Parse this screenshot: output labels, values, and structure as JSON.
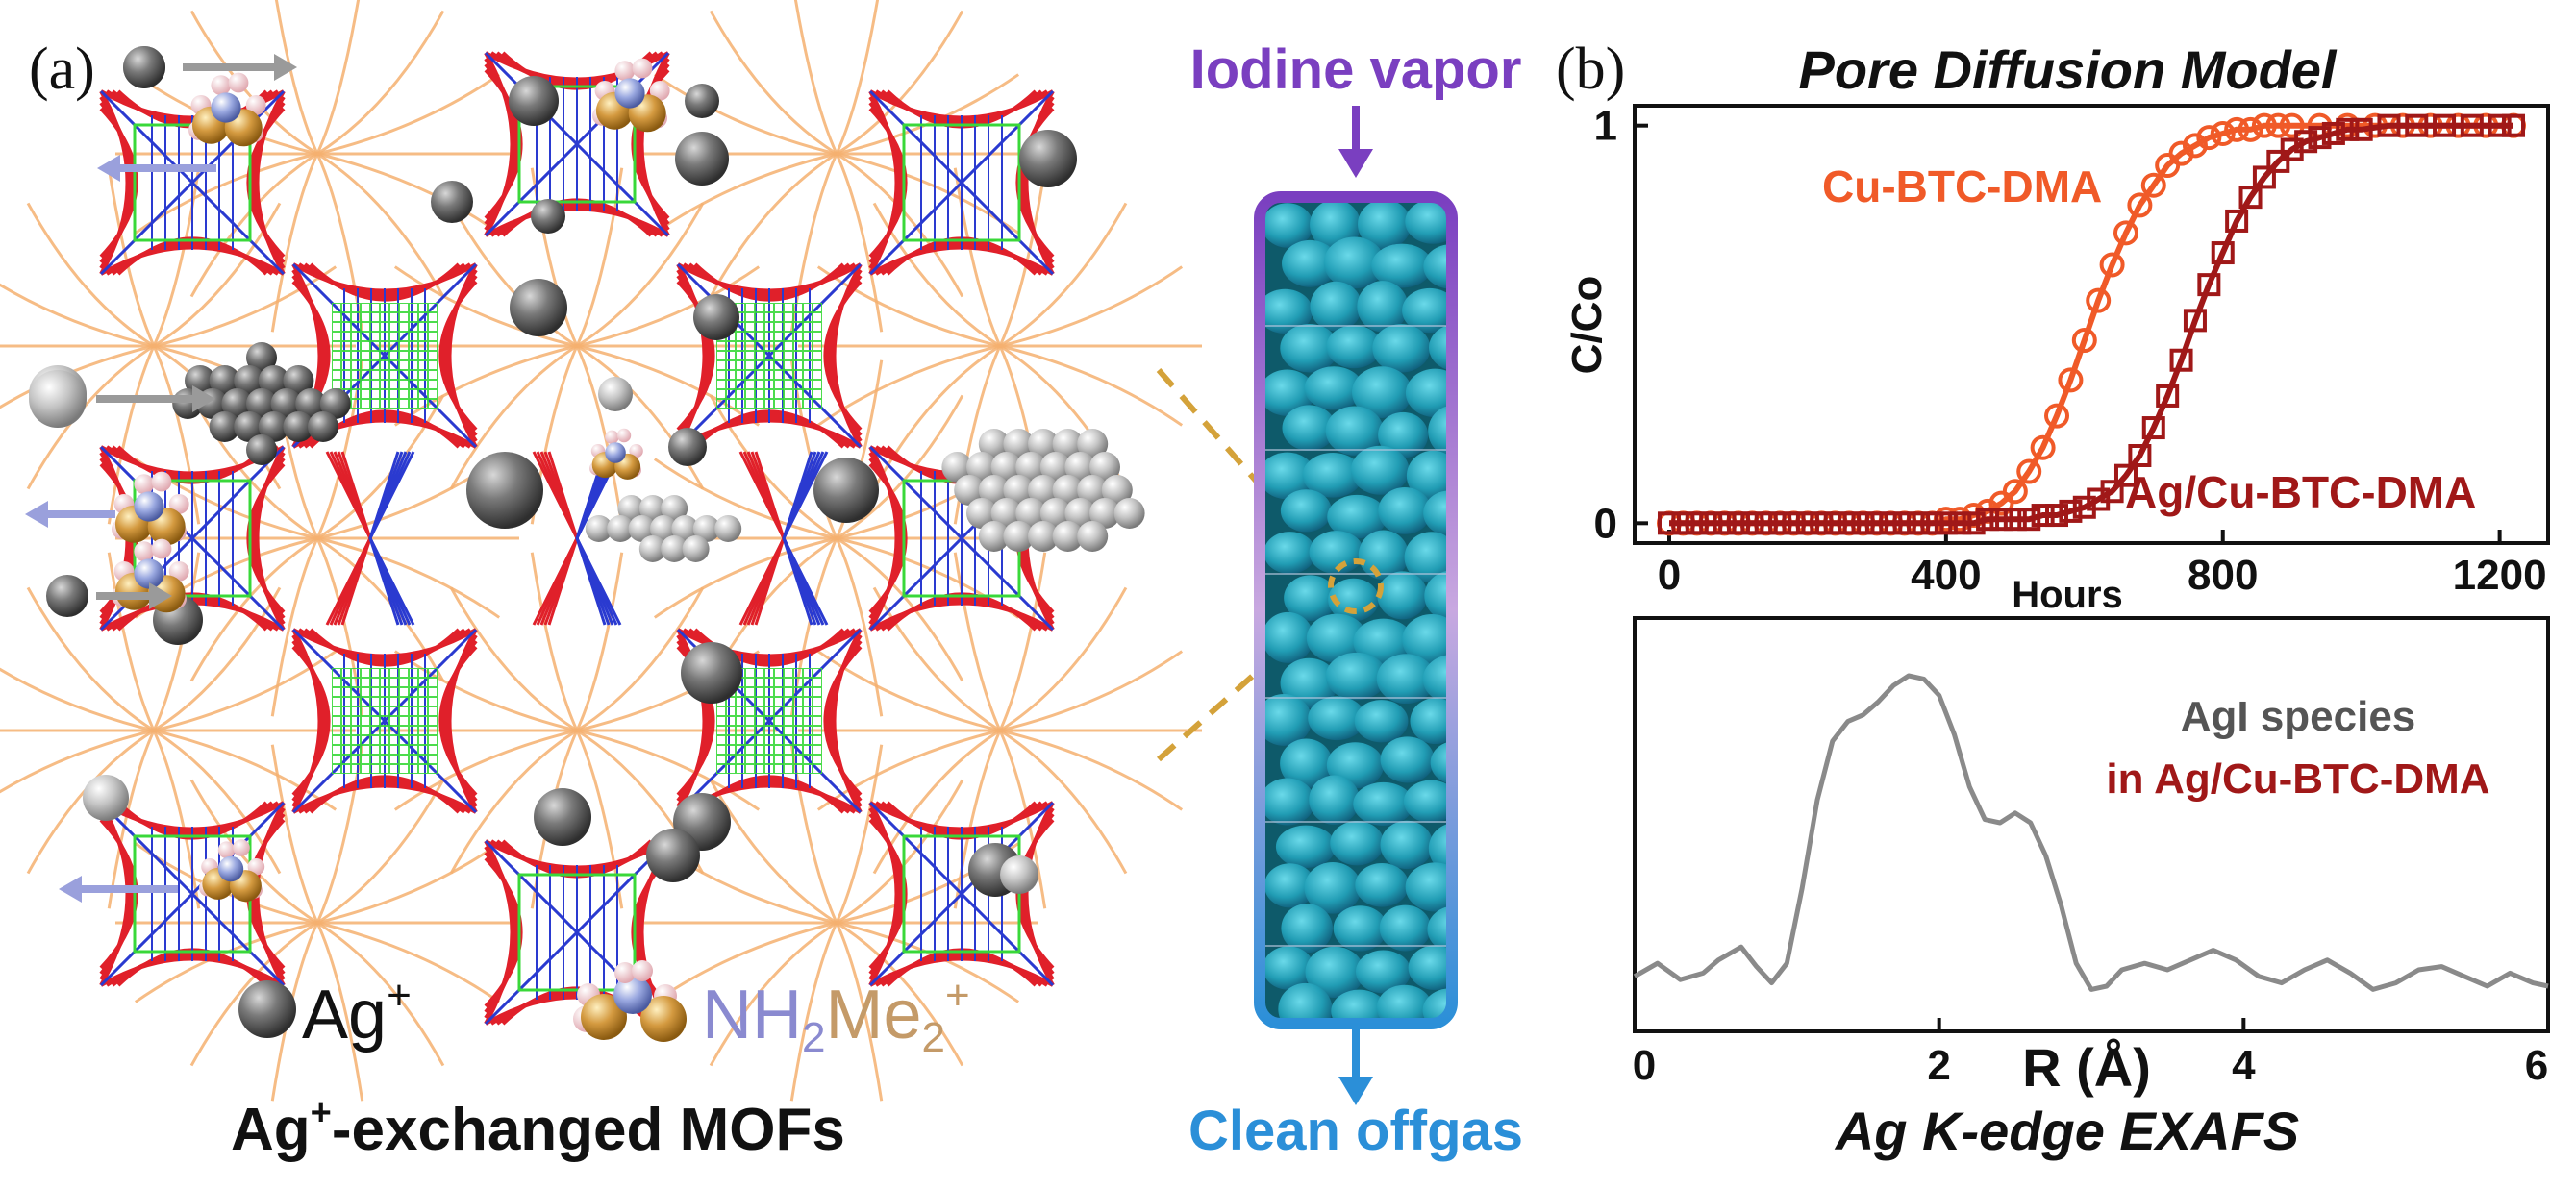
{
  "panel_a": {
    "label": "(a)",
    "legend_ag": "Ag",
    "legend_ag_sup": "+",
    "legend_nh": "NH",
    "legend_nh_sub": "2",
    "legend_me": "Me",
    "legend_me_sub": "2",
    "legend_me_sup": "+",
    "caption_main": "Ag",
    "caption_sup": "+",
    "caption_rest": "-exchanged MOFs",
    "column_top": "Iodine vapor",
    "column_bottom": "Clean offgas",
    "colors": {
      "framework_red": "#e0202a",
      "framework_blue": "#2a3ad0",
      "framework_orange": "#f5b070",
      "framework_green": "#39d839",
      "column_purple": "#7a3fc0",
      "column_blue": "#2b8fd8",
      "column_beads": "#24a8c0"
    }
  },
  "panel_b": {
    "label": "(b)",
    "top_title": "Pore Diffusion Model",
    "bottom_title": "Ag K-edge EXAFS"
  },
  "chart_data": [
    {
      "type": "line",
      "title": "Pore Diffusion Model",
      "xlabel": "Hours",
      "ylabel": "C/Co",
      "xlim": [
        -50,
        1270
      ],
      "ylim": [
        -0.05,
        1.05
      ],
      "x_ticks": [
        "0",
        "400",
        "800",
        "1200"
      ],
      "y_ticks": [
        "0",
        "1"
      ],
      "series": [
        {
          "name": "Cu-BTC-DMA",
          "color": "#f05a28",
          "marker": "circle",
          "x": [
            0,
            20,
            40,
            60,
            80,
            100,
            120,
            140,
            160,
            180,
            200,
            220,
            240,
            260,
            280,
            300,
            320,
            340,
            360,
            380,
            400,
            420,
            440,
            460,
            480,
            500,
            520,
            540,
            560,
            580,
            600,
            620,
            640,
            660,
            680,
            700,
            720,
            740,
            760,
            780,
            800,
            820,
            840,
            860,
            880,
            900,
            940,
            980,
            1020,
            1060,
            1100,
            1140,
            1180,
            1220
          ],
          "y": [
            0,
            0,
            0,
            0,
            0,
            0,
            0,
            0,
            0,
            0,
            0,
            0,
            0,
            0,
            0,
            0,
            0,
            0,
            0,
            0,
            0.01,
            0.01,
            0.02,
            0.03,
            0.05,
            0.08,
            0.13,
            0.19,
            0.27,
            0.36,
            0.46,
            0.56,
            0.65,
            0.73,
            0.8,
            0.85,
            0.9,
            0.93,
            0.95,
            0.97,
            0.98,
            0.99,
            0.99,
            1,
            1,
            1,
            1,
            1,
            1,
            1,
            1,
            1,
            1,
            1
          ]
        },
        {
          "name": "Ag/Cu-BTC-DMA",
          "color": "#a01818",
          "marker": "square",
          "x": [
            0,
            20,
            40,
            60,
            80,
            100,
            120,
            140,
            160,
            180,
            200,
            220,
            240,
            260,
            280,
            300,
            320,
            340,
            360,
            380,
            400,
            420,
            440,
            460,
            480,
            500,
            520,
            540,
            560,
            580,
            600,
            620,
            640,
            660,
            680,
            700,
            720,
            740,
            760,
            780,
            800,
            820,
            840,
            860,
            880,
            900,
            920,
            940,
            960,
            980,
            1000,
            1040,
            1080,
            1120,
            1160,
            1200,
            1220
          ],
          "y": [
            0,
            0,
            0,
            0,
            0,
            0,
            0,
            0,
            0,
            0,
            0,
            0,
            0,
            0,
            0,
            0,
            0,
            0,
            0,
            0,
            0,
            0,
            0,
            0.01,
            0.01,
            0.01,
            0.01,
            0.02,
            0.02,
            0.03,
            0.04,
            0.06,
            0.08,
            0.12,
            0.17,
            0.24,
            0.32,
            0.41,
            0.51,
            0.6,
            0.68,
            0.76,
            0.82,
            0.87,
            0.91,
            0.94,
            0.96,
            0.97,
            0.98,
            0.99,
            0.99,
            1,
            1,
            1,
            1,
            1,
            1
          ]
        }
      ]
    },
    {
      "type": "line",
      "title": "Ag K-edge EXAFS",
      "xlabel": "R (Å)",
      "xlim": [
        0,
        6
      ],
      "x_ticks": [
        "0",
        "2",
        "4",
        "6"
      ],
      "annotation_line1": "AgI species",
      "annotation_line2": "in Ag/Cu-BTC-DMA",
      "series": [
        {
          "color": "#8a8a8a",
          "x": [
            0,
            0.15,
            0.3,
            0.45,
            0.55,
            0.7,
            0.8,
            0.9,
            1.0,
            1.1,
            1.2,
            1.3,
            1.4,
            1.5,
            1.6,
            1.7,
            1.8,
            1.9,
            2.0,
            2.1,
            2.2,
            2.3,
            2.4,
            2.5,
            2.6,
            2.7,
            2.8,
            2.9,
            3.0,
            3.1,
            3.2,
            3.35,
            3.5,
            3.65,
            3.8,
            3.95,
            4.1,
            4.25,
            4.4,
            4.55,
            4.7,
            4.85,
            5.0,
            5.15,
            5.3,
            5.45,
            5.6,
            5.75,
            5.9,
            6.0
          ],
          "y": [
            0.08,
            0.12,
            0.07,
            0.09,
            0.13,
            0.17,
            0.11,
            0.06,
            0.12,
            0.35,
            0.62,
            0.8,
            0.86,
            0.88,
            0.92,
            0.97,
            1.0,
            0.99,
            0.94,
            0.82,
            0.66,
            0.56,
            0.55,
            0.58,
            0.55,
            0.45,
            0.3,
            0.12,
            0.04,
            0.05,
            0.1,
            0.12,
            0.1,
            0.13,
            0.16,
            0.13,
            0.08,
            0.06,
            0.1,
            0.13,
            0.09,
            0.04,
            0.06,
            0.1,
            0.11,
            0.08,
            0.05,
            0.09,
            0.06,
            0.05
          ]
        }
      ]
    }
  ]
}
